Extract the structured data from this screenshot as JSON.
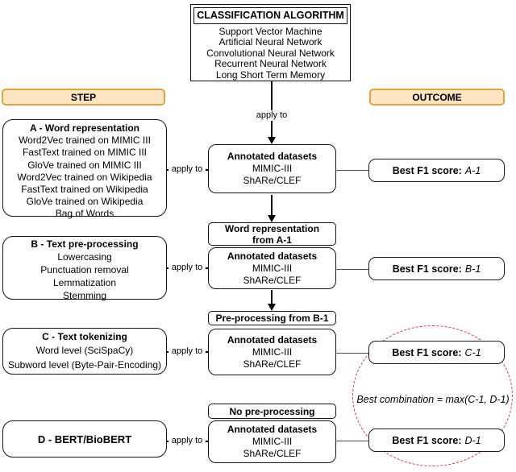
{
  "classification": {
    "title": "CLASSIFICATION ALGORITHM",
    "algorithms": [
      "Support Vector Machine",
      "Artificial Neural Network",
      "Convolutional Neural Network",
      "Recurrent Neural Network",
      "Long Short Term Memory"
    ]
  },
  "column_headers": {
    "step": "STEP",
    "outcome": "OUTCOME"
  },
  "labels": {
    "apply_to": "apply to"
  },
  "steps": {
    "a": {
      "title": "A - Word representation",
      "items": [
        "Word2Vec trained on MIMIC III",
        "FastText trained on MIMIC III",
        "GloVe trained on MIMIC III",
        "Word2Vec trained on Wikipedia",
        "FastText trained on Wikipedia",
        "GloVe trained on Wikipedia",
        "Bag of Words"
      ]
    },
    "b": {
      "title": "B - Text pre-processing",
      "items": [
        "Lowercasing",
        "Punctuation removal",
        "Lemmatization",
        "Stemming"
      ]
    },
    "c": {
      "title": "C - Text tokenizing",
      "items": [
        "Word level (SciSpaCy)",
        "Subword level (Byte-Pair-Encoding)"
      ]
    },
    "d": {
      "title": "D - BERT/BioBERT"
    }
  },
  "middle": {
    "dataset": {
      "title": "Annotated datasets",
      "lines": [
        "MIMIC-III",
        "ShARe/CLEF"
      ]
    },
    "carry_b": [
      "Word representation",
      "from A-1"
    ],
    "carry_c": "Pre-processing from B-1",
    "carry_d": "No pre-processing"
  },
  "outcomes": {
    "label": "Best F1 score:",
    "a": "A-1",
    "b": "B-1",
    "c": "C-1",
    "d": "D-1"
  },
  "annotation": "Best combination = max(C-1, D-1)",
  "colors": {
    "header_fill": "#fce5c2",
    "header_border": "#dda63d",
    "box_border": "#141414",
    "highlight_red": "#e23b30"
  }
}
